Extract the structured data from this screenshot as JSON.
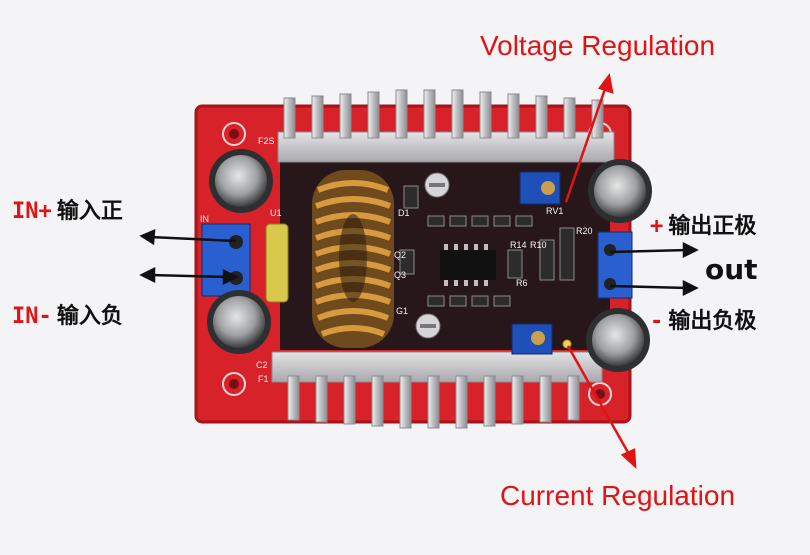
{
  "labels": {
    "voltage_regulation": "Voltage Regulation",
    "current_regulation": "Current Regulation",
    "in_plus_code": "IN+",
    "in_plus_cn": "输入正",
    "in_minus_code": "IN-",
    "in_minus_cn": "输入负",
    "out_plus_sign": "+",
    "out_plus_cn": "输出正极",
    "out": "out",
    "out_minus_sign": "-",
    "out_minus_cn": "输出负极"
  },
  "silkscreen": {
    "f2": "F2S",
    "u1": "U1",
    "in": "IN",
    "d1": "D1",
    "q2": "Q2",
    "q3": "Q3",
    "rv1": "RV1",
    "r14": "R14",
    "r10": "R10",
    "r20": "R20",
    "r6": "R6",
    "g1": "G1",
    "f1": "F1",
    "c2": "C2"
  },
  "colors": {
    "background": "#f4f4f6",
    "pcb": "#d8222a",
    "heatsink": "#c9c9cc",
    "annotation_red": "#e01414",
    "arrow_black": "#111111",
    "potentiometer": "#1f4fb8",
    "coil_copper": "#c8882c"
  }
}
